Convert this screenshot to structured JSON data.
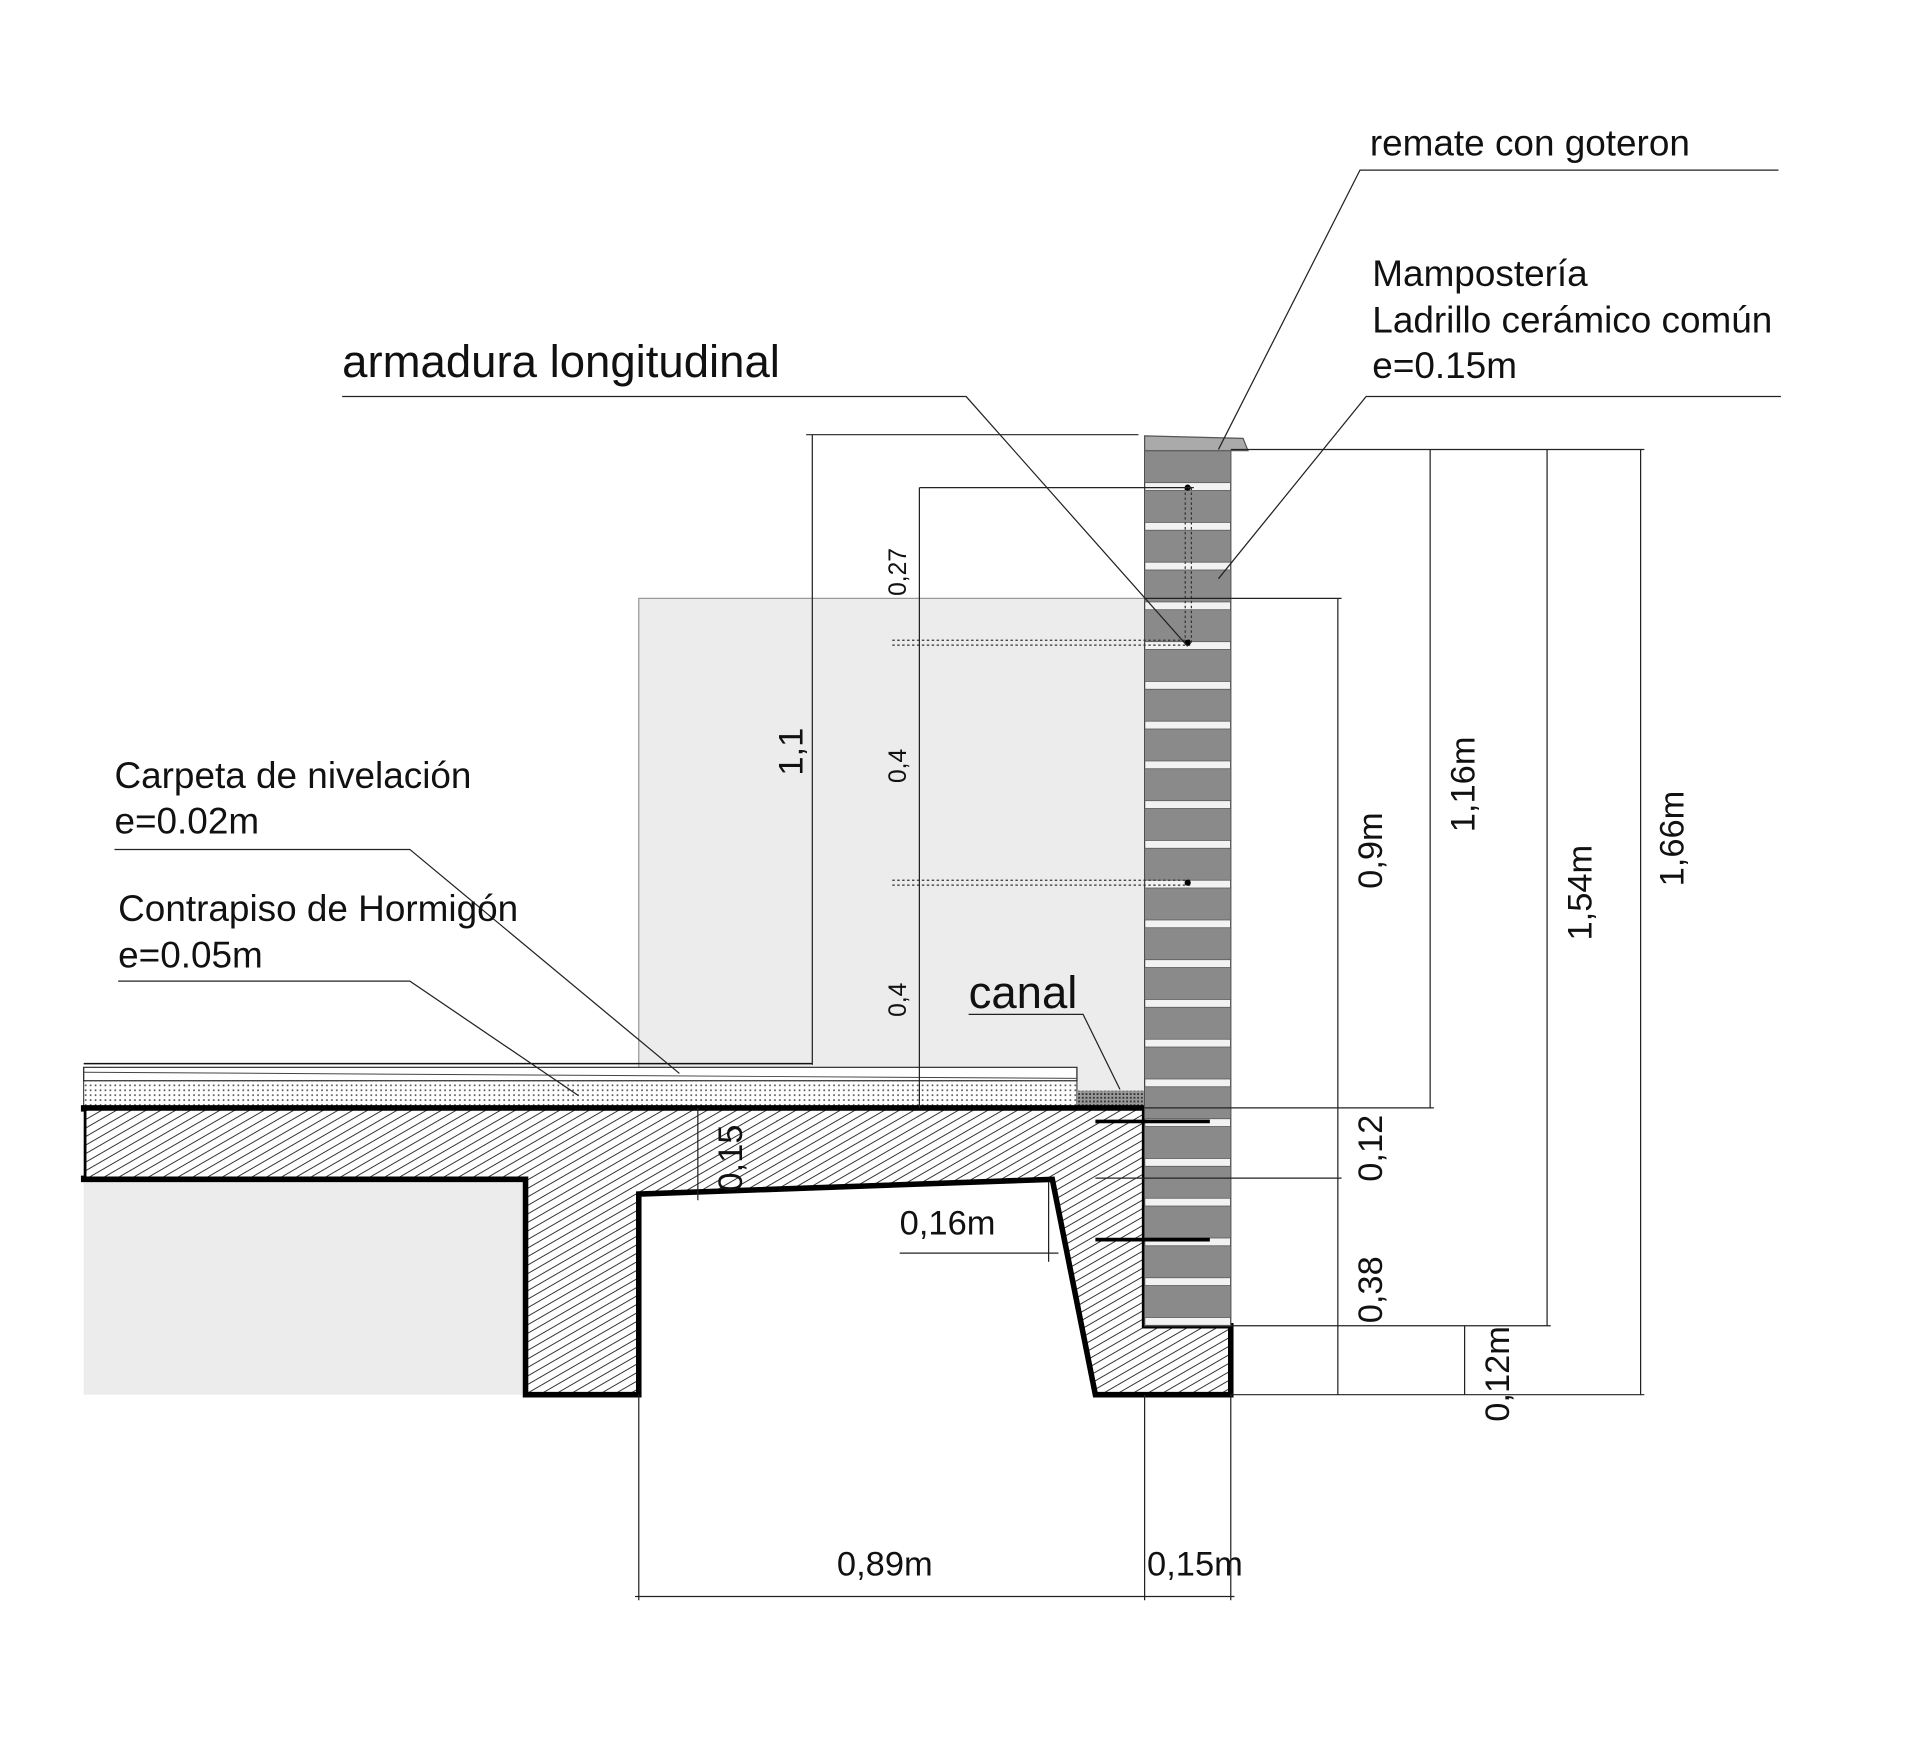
{
  "labels": {
    "remate": "remate con goteron",
    "mamposteria_1": "Mampostería",
    "mamposteria_2": "Ladrillo cerámico común",
    "mamposteria_3": "e=0.15m",
    "armadura": "armadura longitudinal",
    "carpeta_1": "Carpeta de nivelación",
    "carpeta_2": "e=0.02m",
    "contrapiso_1": "Contrapiso de Hormigón",
    "contrapiso_2": "e=0.05m",
    "canal": "canal"
  },
  "dimensions": {
    "d_1_1": "1,1",
    "d_0_27": "0,27",
    "d_0_4_a": "0,4",
    "d_0_4_b": "0,4",
    "d_0_9m": "0,9m",
    "d_0_12": "0,12",
    "d_0_38": "0,38",
    "d_1_16m": "1,16m",
    "d_1_54m": "1,54m",
    "d_1_66m": "1,66m",
    "d_0_12m": "0,12m",
    "d_0_15": "0,15",
    "d_0_16m": "0,16m",
    "d_0_89m": "0,89m",
    "d_0_15m": "0,15m"
  },
  "colors": {
    "brick": "#8a8a8a",
    "panel": "#ececec",
    "line": "#111111"
  }
}
